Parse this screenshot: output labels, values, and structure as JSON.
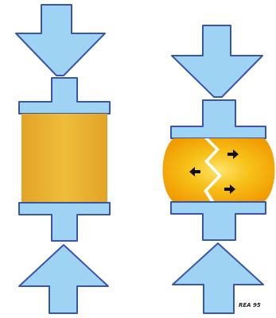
{
  "colors": {
    "arrow_fill": "#9fd3f3",
    "outline": "#3a55a8",
    "specimen_intact": "#eab12e",
    "specimen_core": "#f6a400",
    "crack": "#ffffff",
    "force_arrow": "#111111",
    "signature": "#222222"
  },
  "panels": [
    {
      "label_state": "intact",
      "shape": "cylinder"
    },
    {
      "label_state": "fractured",
      "shape": "barrel",
      "crack": true,
      "internal_arrows": 3
    }
  ],
  "signature": "REA 95"
}
